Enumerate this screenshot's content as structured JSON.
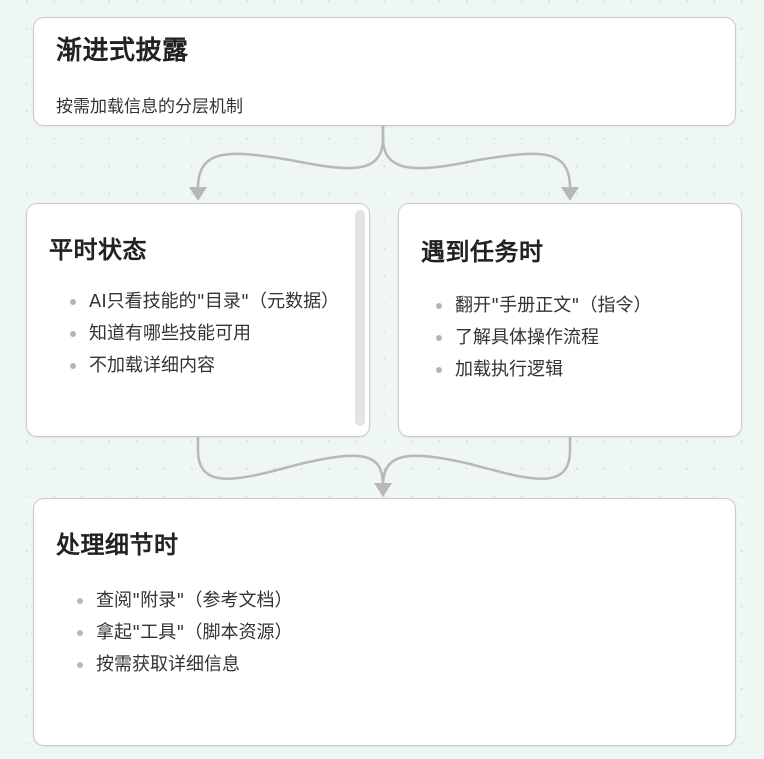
{
  "diagram": {
    "title": "渐进式披露",
    "subtitle": "按需加载信息的分层机制",
    "colors": {
      "background": "#eef7f2",
      "card": "#ffffff",
      "card_border": "#c9c9c9",
      "connector": "#b8b8b8",
      "bullet": "#b5b5b5"
    },
    "nodes": [
      {
        "id": "normal",
        "title": "平时状态",
        "items": [
          "AI只看技能的\"目录\"（元数据）",
          "知道有哪些技能可用",
          "不加载详细内容"
        ]
      },
      {
        "id": "task",
        "title": "遇到任务时",
        "items": [
          "翻开\"手册正文\"（指令）",
          "了解具体操作流程",
          "加载执行逻辑"
        ]
      },
      {
        "id": "detail",
        "title": "处理细节时",
        "items": [
          "查阅\"附录\"（参考文档）",
          "拿起\"工具\"（脚本资源）",
          "按需获取详细信息"
        ]
      }
    ],
    "edges": [
      {
        "from": "root",
        "to": "normal"
      },
      {
        "from": "root",
        "to": "task"
      },
      {
        "from": "normal",
        "to": "detail"
      },
      {
        "from": "task",
        "to": "detail"
      }
    ]
  }
}
